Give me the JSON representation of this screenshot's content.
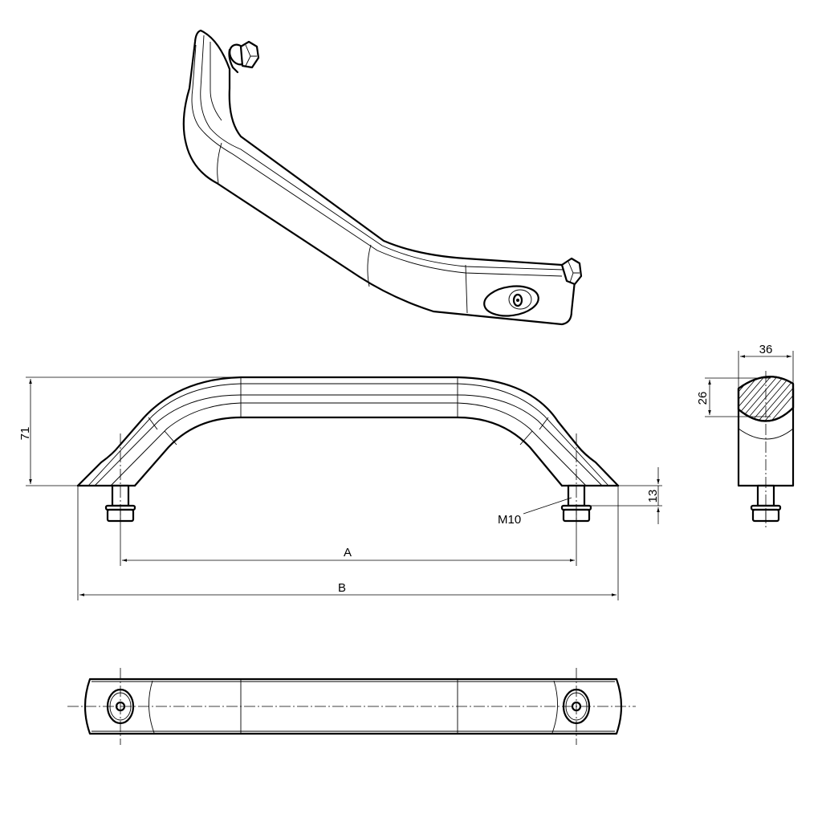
{
  "drawing": {
    "title": "Handle technical drawing",
    "views": [
      "isometric",
      "front-elevation",
      "side-section",
      "plan"
    ]
  },
  "dimensions": {
    "height": "71",
    "width_section": "36",
    "height_section": "26",
    "thread_length": "13",
    "thread": "M10",
    "mounting_distance": "A",
    "overall_length": "B"
  },
  "colors": {
    "line": "#000000",
    "background": "#ffffff"
  }
}
